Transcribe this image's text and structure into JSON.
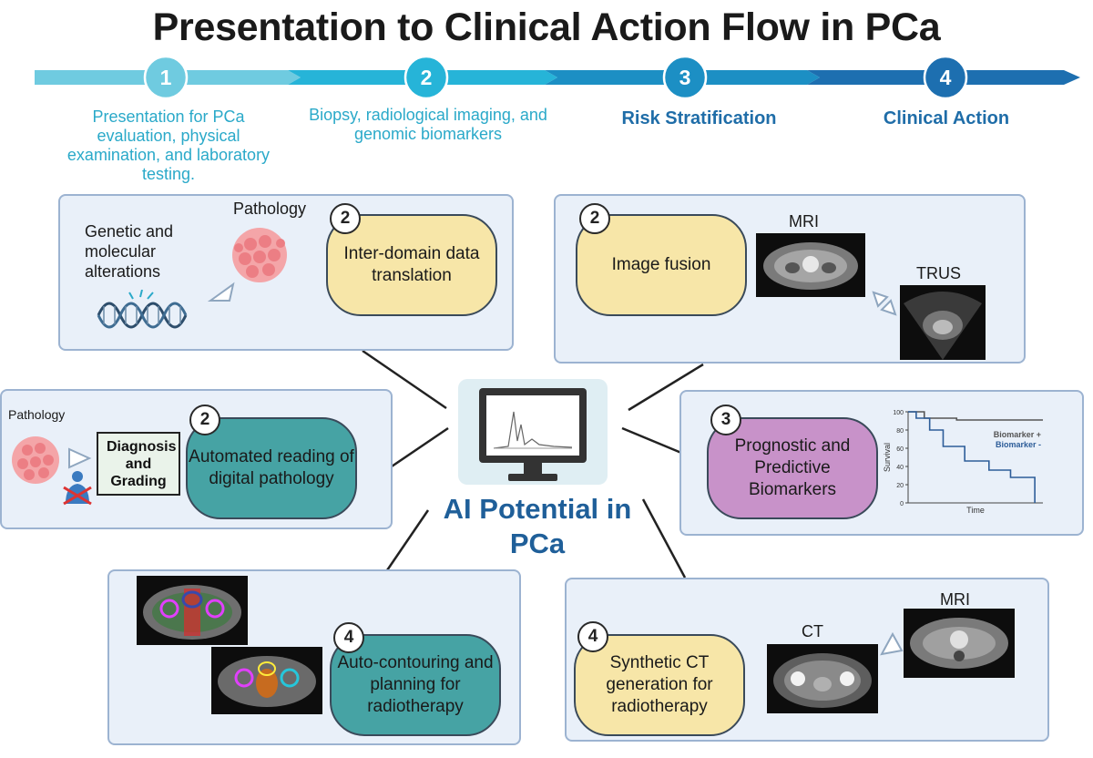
{
  "title": "Presentation to Clinical Action Flow in PCa",
  "stages": [
    {
      "number": "1",
      "label": "Presentation for PCa evaluation, physical examination, and laboratory testing."
    },
    {
      "number": "2",
      "label": "Biopsy, radiological imaging, and genomic biomarkers"
    },
    {
      "number": "3",
      "label": "Risk Stratification"
    },
    {
      "number": "4",
      "label": "Clinical Action"
    }
  ],
  "colors": {
    "arrow1": "#6fcbe0",
    "arrow2": "#26b4d8",
    "arrow3": "#1c8fc4",
    "arrow4": "#1d6fb0",
    "pill_yellow": "#f7e6a8",
    "pill_teal": "#46a3a4",
    "pill_purple": "#c892c9",
    "panel_bg": "#e9f0f9",
    "panel_border": "#9cb3d1",
    "center_text": "#1f5f99"
  },
  "center": {
    "label": "AI Potential in PCa",
    "icon": "computer-monitor-icon"
  },
  "panels": {
    "inter_domain": {
      "badge": "2",
      "text": "Inter-domain data translation",
      "genetic_label": "Genetic and molecular alterations",
      "pathology_label": "Pathology"
    },
    "image_fusion": {
      "badge": "2",
      "text": "Image fusion",
      "mri_label": "MRI",
      "trus_label": "TRUS"
    },
    "digital_pathology": {
      "badge": "2",
      "text": "Automated reading of digital pathology",
      "pathology_label": "Pathology",
      "diagnosis_label": "Diagnosis and Grading"
    },
    "prognostic": {
      "badge": "3",
      "text": "Prognostic and Predictive Biomarkers"
    },
    "auto_contouring": {
      "badge": "4",
      "text": "Auto-contouring and planning for radiotherapy"
    },
    "synthetic_ct": {
      "badge": "4",
      "text": "Synthetic CT generation for radiotherapy",
      "ct_label": "CT",
      "mri_label": "MRI"
    }
  },
  "chart_data": {
    "type": "line",
    "xlabel": "Time",
    "ylabel": "Survival",
    "ylim": [
      0,
      100
    ],
    "yticks": [
      "0",
      "20",
      "40",
      "60",
      "80",
      "100"
    ],
    "series": [
      {
        "name": "Biomarker +",
        "color": "#555555",
        "x": [
          0,
          1.2,
          1.2,
          3.6,
          3.6,
          10
        ],
        "y": [
          100,
          100,
          93,
          93,
          91,
          91
        ]
      },
      {
        "name": "Biomarker -",
        "color": "#2d5d99",
        "x": [
          0,
          0.6,
          0.6,
          1.6,
          1.6,
          2.6,
          2.6,
          4.2,
          4.2,
          6.0,
          6.0,
          7.6,
          7.6,
          9.4,
          9.4
        ],
        "y": [
          100,
          100,
          93,
          93,
          80,
          80,
          62,
          62,
          46,
          46,
          36,
          36,
          28,
          28,
          0
        ]
      }
    ]
  }
}
